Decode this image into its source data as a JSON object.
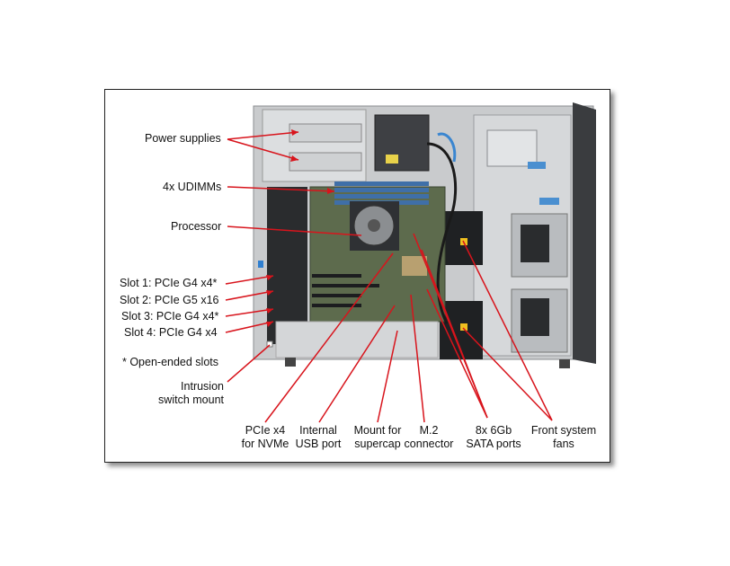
{
  "labels": {
    "power_supplies": "Power supplies",
    "udimms": "4x UDIMMs",
    "processor": "Processor",
    "slot1": "Slot 1: PCIe G4 x4*",
    "slot2": "Slot 2: PCIe G5 x16",
    "slot3": "Slot 3: PCIe G4 x4*",
    "slot4": "Slot 4: PCIe G4 x4",
    "open_ended": "* Open-ended slots",
    "intrusion_line1": "Intrusion",
    "intrusion_line2": "switch mount",
    "pcie_nvme_line1": "PCIe x4",
    "pcie_nvme_line2": "for NVMe",
    "usb_line1": "Internal",
    "usb_line2": "USB port",
    "supercap_line1": "Mount for",
    "supercap_line2": "supercap",
    "m2_line1": "M.2",
    "m2_line2": "connector",
    "sata_line1": "8x 6Gb",
    "sata_line2": "SATA ports",
    "fans_line1": "Front system",
    "fans_line2": "fans"
  },
  "colors": {
    "callout": "#d8141c",
    "chassis": "#c9cbcd",
    "board": "#5d6b4d",
    "dark": "#2a2c2e"
  }
}
